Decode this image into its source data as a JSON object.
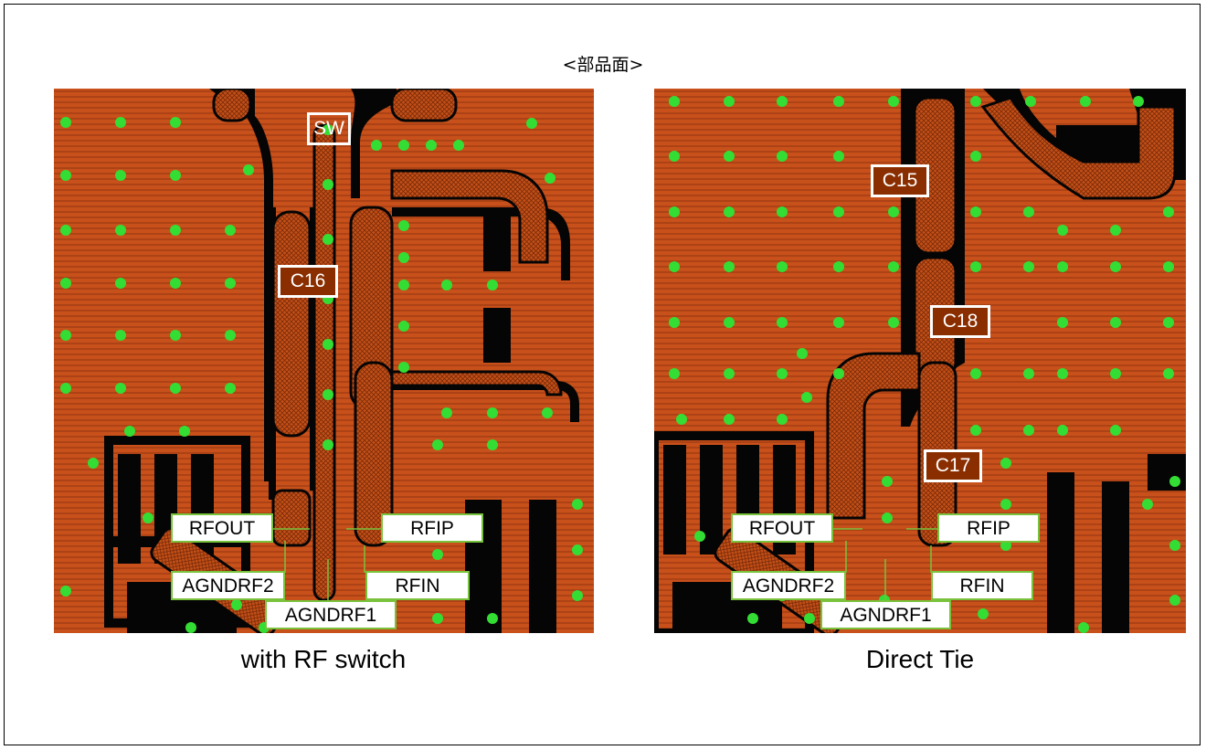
{
  "header": {
    "title": "<部品面>"
  },
  "left_panel": {
    "caption": "with RF switch",
    "components": {
      "sw": "SW",
      "c16": "C16"
    },
    "pins": {
      "rfout": "RFOUT",
      "rfip": "RFIP",
      "agndrf2": "AGNDRF2",
      "rfin": "RFIN",
      "agndrf1": "AGNDRF1"
    }
  },
  "right_panel": {
    "caption": "Direct Tie",
    "components": {
      "c15": "C15",
      "c18": "C18",
      "c17": "C17"
    },
    "pins": {
      "rfout": "RFOUT",
      "rfip": "RFIP",
      "agndrf2": "AGNDRF2",
      "rfin": "RFIN",
      "agndrf1": "AGNDRF1"
    }
  },
  "colors": {
    "copper": "#c8501a",
    "trace": "#b84818",
    "via": "#33dd33",
    "void": "#050505",
    "label_border": "#78c23c"
  }
}
